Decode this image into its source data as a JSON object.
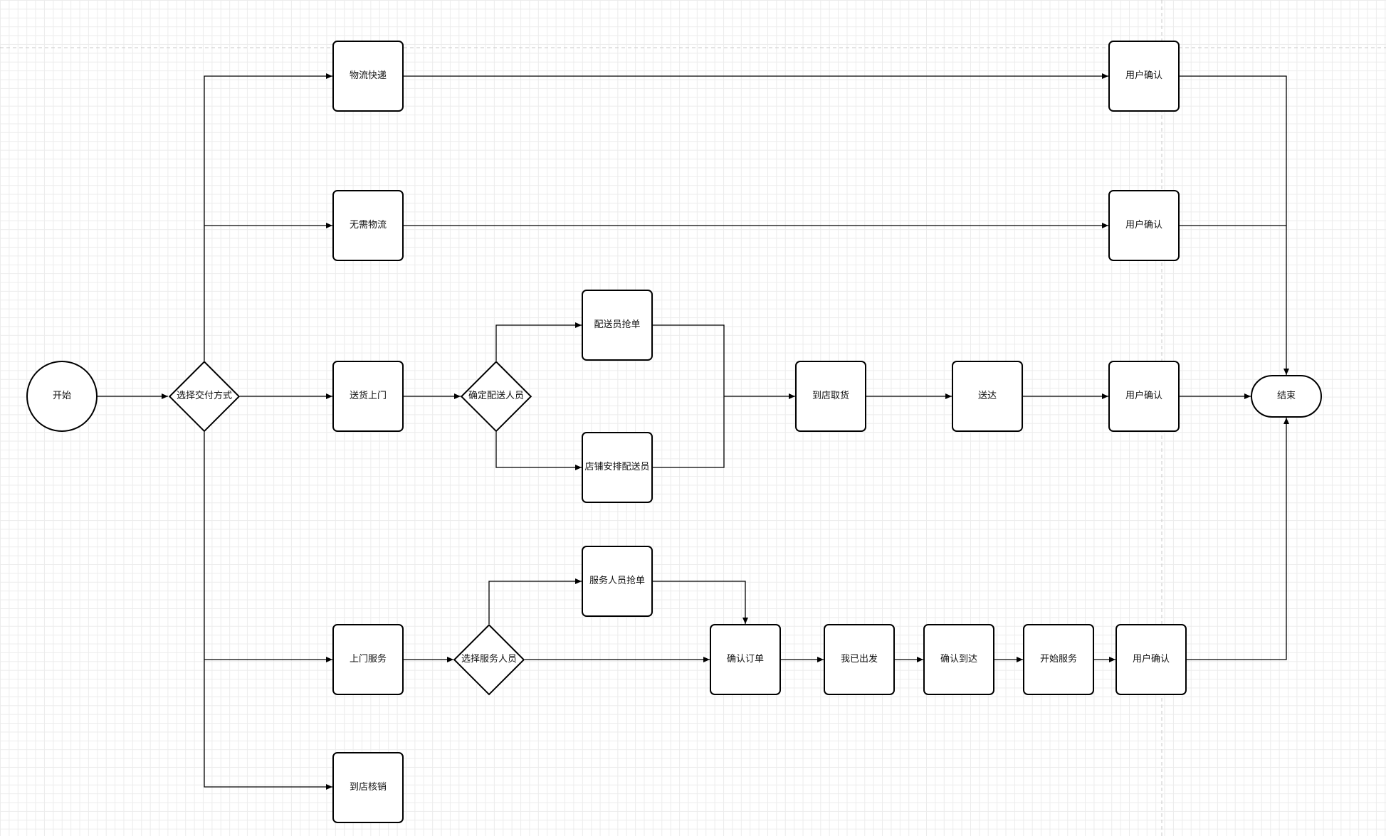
{
  "nodes": {
    "start": "开始",
    "choose_delivery": "选择交付方式",
    "logistics_express": "物流快递",
    "no_logistics": "无需物流",
    "home_delivery": "送货上门",
    "decide_courier": "确定配送人员",
    "courier_grab": "配送员抢单",
    "shop_assign_courier": "店铺安排配送员",
    "pickup_at_store": "到店取货",
    "delivered": "送达",
    "confirm_logistics": "用户确认",
    "confirm_no_logistics": "用户确认",
    "confirm_delivery": "用户确认",
    "end": "结束",
    "onsite_service": "上门服务",
    "choose_staff": "选择服务人员",
    "staff_grab": "服务人员抢单",
    "confirm_order": "确认订单",
    "departed": "我已出发",
    "confirm_arrival": "确认到达",
    "start_service": "开始服务",
    "confirm_service": "用户确认",
    "store_verify": "到店核销"
  }
}
